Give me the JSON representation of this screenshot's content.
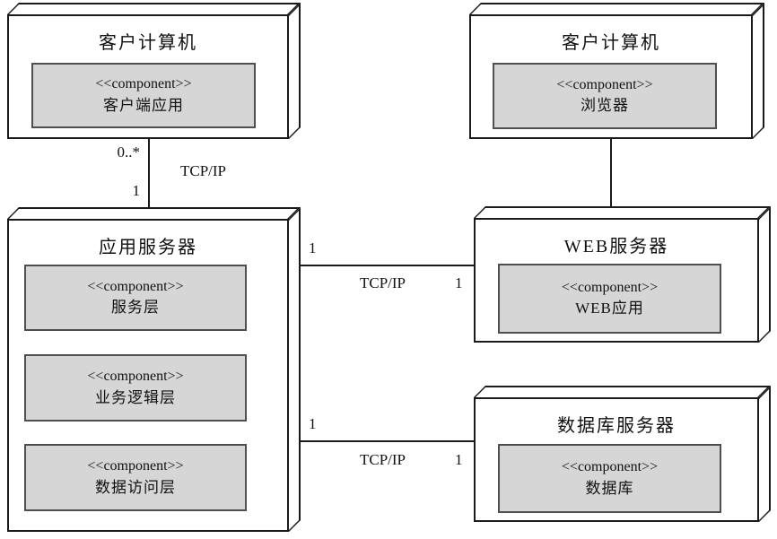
{
  "diagram": {
    "type": "uml-deployment-diagram",
    "nodes": [
      {
        "title": "客户计算机",
        "components": [
          {
            "stereotype": "<<component>>",
            "name": "客户端应用"
          }
        ]
      },
      {
        "title": "客户计算机",
        "components": [
          {
            "stereotype": "<<component>>",
            "name": "浏览器"
          }
        ]
      },
      {
        "title": "应用服务器",
        "components": [
          {
            "stereotype": "<<component>>",
            "name": "服务层"
          },
          {
            "stereotype": "<<component>>",
            "name": "业务逻辑层"
          },
          {
            "stereotype": "<<component>>",
            "name": "数据访问层"
          }
        ]
      },
      {
        "title": "WEB服务器",
        "components": [
          {
            "stereotype": "<<component>>",
            "name": "WEB应用"
          }
        ]
      },
      {
        "title": "数据库服务器",
        "components": [
          {
            "stereotype": "<<component>>",
            "name": "数据库"
          }
        ]
      }
    ],
    "connections": [
      {
        "from": "客户计算机",
        "to": "应用服务器",
        "protocol": "TCP/IP",
        "source_multiplicity": "0..*",
        "target_multiplicity": "1"
      },
      {
        "from": "客户计算机",
        "to": "WEB服务器"
      },
      {
        "from": "应用服务器",
        "to": "WEB服务器",
        "protocol": "TCP/IP",
        "source_multiplicity": "1",
        "target_multiplicity": "1"
      },
      {
        "from": "应用服务器",
        "to": "数据库服务器",
        "protocol": "TCP/IP",
        "source_multiplicity": "1",
        "target_multiplicity": "1"
      }
    ],
    "colors": {
      "node_fill": "#ffffff",
      "node_border": "#1a1a1a",
      "component_fill": "#d6d6d6",
      "component_border": "#4f4f4f",
      "line": "#1a1a1a"
    }
  }
}
